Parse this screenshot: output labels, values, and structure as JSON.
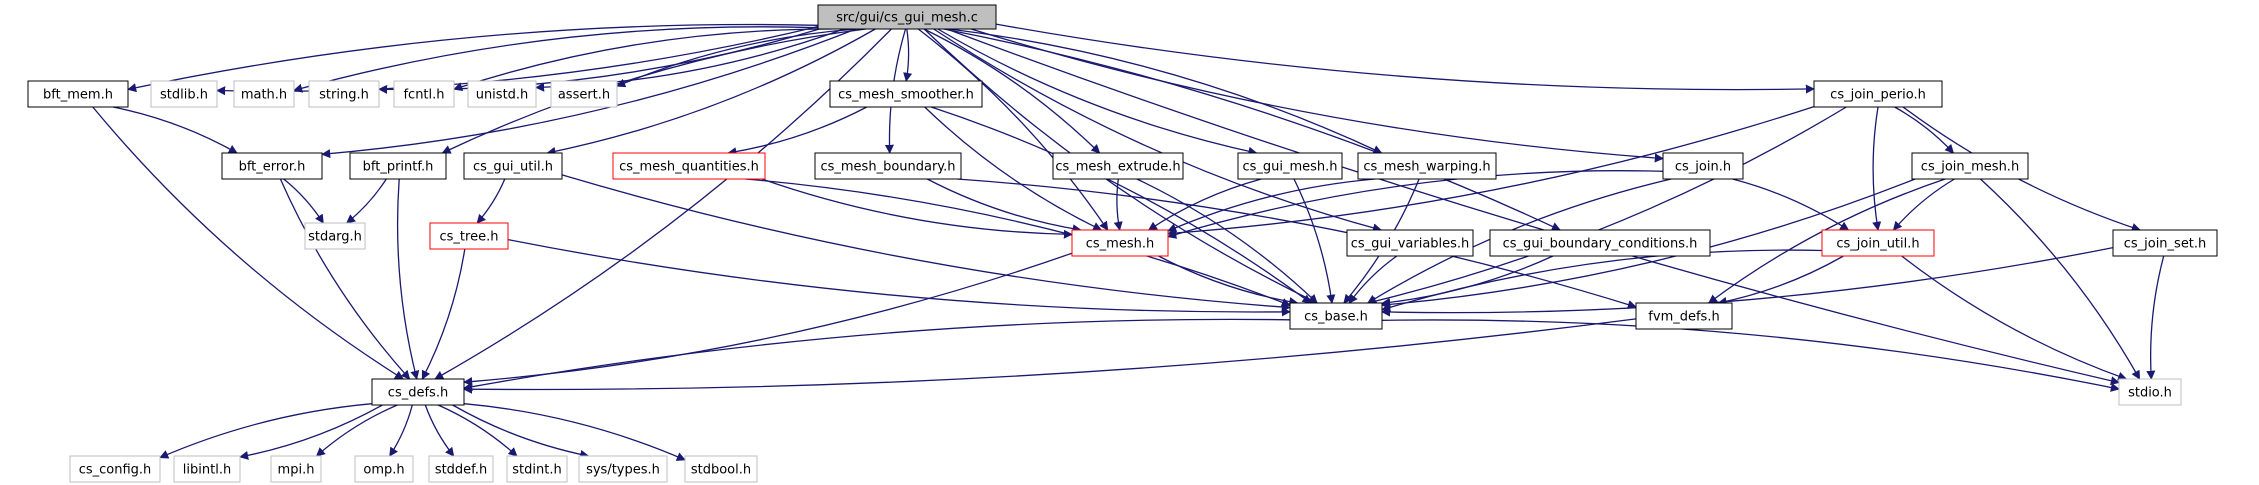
{
  "colors": {
    "edge": "#191970",
    "text": "#000000",
    "root_fill": "#bfbfbf",
    "documented_border": "#000000",
    "truncated_border": "#ff0000",
    "external_border": "#bfbfbf",
    "external_text": "#000000",
    "background": "#ffffff"
  },
  "nodes": [
    {
      "id": "root",
      "label": "src/gui/cs_gui_mesh.c",
      "kind": "root"
    },
    {
      "id": "bft_mem",
      "label": "bft_mem.h",
      "kind": "documented"
    },
    {
      "id": "stdlib",
      "label": "stdlib.h",
      "kind": "external"
    },
    {
      "id": "math",
      "label": "math.h",
      "kind": "external"
    },
    {
      "id": "string",
      "label": "string.h",
      "kind": "external"
    },
    {
      "id": "fcntl",
      "label": "fcntl.h",
      "kind": "external"
    },
    {
      "id": "unistd",
      "label": "unistd.h",
      "kind": "external"
    },
    {
      "id": "assert",
      "label": "assert.h",
      "kind": "external"
    },
    {
      "id": "cs_mesh_smoother",
      "label": "cs_mesh_smoother.h",
      "kind": "documented"
    },
    {
      "id": "cs_join_perio",
      "label": "cs_join_perio.h",
      "kind": "documented"
    },
    {
      "id": "bft_error",
      "label": "bft_error.h",
      "kind": "documented"
    },
    {
      "id": "bft_printf",
      "label": "bft_printf.h",
      "kind": "documented"
    },
    {
      "id": "cs_gui_util",
      "label": "cs_gui_util.h",
      "kind": "documented"
    },
    {
      "id": "cs_mesh_quantities",
      "label": "cs_mesh_quantities.h",
      "kind": "truncated"
    },
    {
      "id": "cs_mesh_boundary",
      "label": "cs_mesh_boundary.h",
      "kind": "documented"
    },
    {
      "id": "cs_mesh_extrude",
      "label": "cs_mesh_extrude.h",
      "kind": "documented"
    },
    {
      "id": "cs_gui_mesh",
      "label": "cs_gui_mesh.h",
      "kind": "documented"
    },
    {
      "id": "cs_mesh_warping",
      "label": "cs_mesh_warping.h",
      "kind": "documented"
    },
    {
      "id": "cs_join",
      "label": "cs_join.h",
      "kind": "documented"
    },
    {
      "id": "cs_join_mesh",
      "label": "cs_join_mesh.h",
      "kind": "documented"
    },
    {
      "id": "stdarg",
      "label": "stdarg.h",
      "kind": "external"
    },
    {
      "id": "cs_tree",
      "label": "cs_tree.h",
      "kind": "truncated"
    },
    {
      "id": "cs_mesh",
      "label": "cs_mesh.h",
      "kind": "truncated"
    },
    {
      "id": "cs_gui_variables",
      "label": "cs_gui_variables.h",
      "kind": "documented"
    },
    {
      "id": "cs_gui_boundary_conditions",
      "label": "cs_gui_boundary_conditions.h",
      "kind": "documented"
    },
    {
      "id": "cs_join_util",
      "label": "cs_join_util.h",
      "kind": "truncated"
    },
    {
      "id": "cs_join_set",
      "label": "cs_join_set.h",
      "kind": "documented"
    },
    {
      "id": "cs_base",
      "label": "cs_base.h",
      "kind": "documented"
    },
    {
      "id": "fvm_defs",
      "label": "fvm_defs.h",
      "kind": "documented"
    },
    {
      "id": "cs_defs",
      "label": "cs_defs.h",
      "kind": "documented"
    },
    {
      "id": "stdio",
      "label": "stdio.h",
      "kind": "external"
    },
    {
      "id": "cs_config",
      "label": "cs_config.h",
      "kind": "external"
    },
    {
      "id": "libintl",
      "label": "libintl.h",
      "kind": "external"
    },
    {
      "id": "mpi",
      "label": "mpi.h",
      "kind": "external"
    },
    {
      "id": "omp",
      "label": "omp.h",
      "kind": "external"
    },
    {
      "id": "stddef",
      "label": "stddef.h",
      "kind": "external"
    },
    {
      "id": "stdint",
      "label": "stdint.h",
      "kind": "external"
    },
    {
      "id": "sys_types",
      "label": "sys/types.h",
      "kind": "external"
    },
    {
      "id": "stdbool",
      "label": "stdbool.h",
      "kind": "external"
    }
  ],
  "edges": [
    [
      "root",
      "bft_mem"
    ],
    [
      "root",
      "stdlib"
    ],
    [
      "root",
      "math"
    ],
    [
      "root",
      "string"
    ],
    [
      "root",
      "fcntl"
    ],
    [
      "root",
      "unistd"
    ],
    [
      "root",
      "assert"
    ],
    [
      "root",
      "cs_mesh_smoother"
    ],
    [
      "root",
      "cs_join_perio"
    ],
    [
      "root",
      "bft_error"
    ],
    [
      "root",
      "bft_printf"
    ],
    [
      "root",
      "cs_gui_util"
    ],
    [
      "root",
      "cs_mesh_boundary"
    ],
    [
      "root",
      "cs_mesh_extrude"
    ],
    [
      "root",
      "cs_gui_mesh"
    ],
    [
      "root",
      "cs_mesh_warping"
    ],
    [
      "root",
      "cs_join"
    ],
    [
      "root",
      "cs_mesh"
    ],
    [
      "root",
      "cs_gui_variables"
    ],
    [
      "root",
      "cs_gui_boundary_conditions"
    ],
    [
      "root",
      "cs_base"
    ],
    [
      "root",
      "cs_defs"
    ],
    [
      "root",
      "stdio"
    ],
    [
      "bft_mem",
      "bft_error"
    ],
    [
      "bft_mem",
      "cs_defs"
    ],
    [
      "bft_error",
      "stdarg"
    ],
    [
      "bft_error",
      "cs_defs"
    ],
    [
      "bft_printf",
      "stdarg"
    ],
    [
      "bft_printf",
      "cs_defs"
    ],
    [
      "cs_gui_util",
      "cs_tree"
    ],
    [
      "cs_gui_util",
      "cs_base"
    ],
    [
      "cs_tree",
      "cs_defs"
    ],
    [
      "cs_tree",
      "cs_base"
    ],
    [
      "cs_mesh_smoother",
      "cs_mesh_quantities"
    ],
    [
      "cs_mesh_smoother",
      "cs_mesh"
    ],
    [
      "cs_mesh_smoother",
      "cs_base"
    ],
    [
      "cs_mesh_quantities",
      "cs_mesh"
    ],
    [
      "cs_mesh_quantities",
      "cs_base"
    ],
    [
      "cs_mesh_boundary",
      "cs_mesh"
    ],
    [
      "cs_mesh_boundary",
      "fvm_defs"
    ],
    [
      "cs_mesh_extrude",
      "cs_mesh"
    ],
    [
      "cs_mesh_extrude",
      "cs_base"
    ],
    [
      "cs_gui_mesh",
      "cs_mesh"
    ],
    [
      "cs_gui_mesh",
      "cs_base"
    ],
    [
      "cs_mesh_warping",
      "cs_mesh"
    ],
    [
      "cs_mesh_warping",
      "cs_base"
    ],
    [
      "cs_mesh",
      "cs_base"
    ],
    [
      "cs_mesh",
      "cs_defs"
    ],
    [
      "cs_gui_variables",
      "cs_base"
    ],
    [
      "cs_gui_boundary_conditions",
      "cs_base"
    ],
    [
      "cs_join",
      "cs_mesh"
    ],
    [
      "cs_join",
      "cs_join_util"
    ],
    [
      "cs_join",
      "cs_base"
    ],
    [
      "cs_join_perio",
      "cs_mesh"
    ],
    [
      "cs_join_perio",
      "cs_join_util"
    ],
    [
      "cs_join_perio",
      "cs_join_mesh"
    ],
    [
      "cs_join_perio",
      "cs_join_set"
    ],
    [
      "cs_join_perio",
      "cs_base"
    ],
    [
      "cs_join_mesh",
      "cs_join_util"
    ],
    [
      "cs_join_mesh",
      "cs_base"
    ],
    [
      "cs_join_mesh",
      "fvm_defs"
    ],
    [
      "cs_join_mesh",
      "stdio"
    ],
    [
      "cs_join_util",
      "cs_base"
    ],
    [
      "cs_join_util",
      "fvm_defs"
    ],
    [
      "cs_join_util",
      "stdio"
    ],
    [
      "cs_join_set",
      "cs_base"
    ],
    [
      "cs_join_set",
      "stdio"
    ],
    [
      "fvm_defs",
      "cs_defs"
    ],
    [
      "cs_base",
      "cs_defs"
    ],
    [
      "cs_base",
      "stdio"
    ],
    [
      "cs_defs",
      "cs_config"
    ],
    [
      "cs_defs",
      "libintl"
    ],
    [
      "cs_defs",
      "mpi"
    ],
    [
      "cs_defs",
      "omp"
    ],
    [
      "cs_defs",
      "stddef"
    ],
    [
      "cs_defs",
      "stdint"
    ],
    [
      "cs_defs",
      "sys_types"
    ],
    [
      "cs_defs",
      "stdbool"
    ]
  ]
}
